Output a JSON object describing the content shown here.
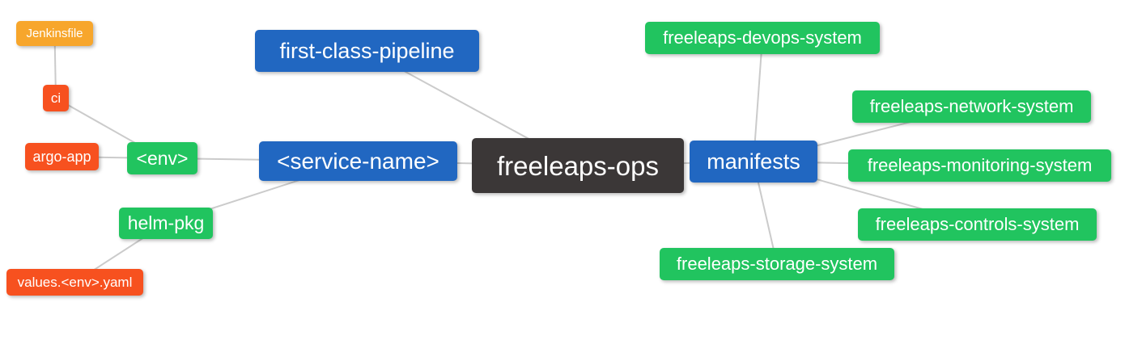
{
  "diagram": {
    "root_label": "freeleaps-ops",
    "nodes": [
      {
        "id": "jenkinsfile",
        "label": "Jenkinsfile",
        "type": "orange"
      },
      {
        "id": "ci",
        "label": "ci",
        "type": "red"
      },
      {
        "id": "argo-app",
        "label": "argo-app",
        "type": "red"
      },
      {
        "id": "env",
        "label": "<env>",
        "type": "green"
      },
      {
        "id": "helm-pkg",
        "label": "helm-pkg",
        "type": "green"
      },
      {
        "id": "values-env-yaml",
        "label": "values.<env>.yaml",
        "type": "red"
      },
      {
        "id": "first-class-pipeline",
        "label": "first-class-pipeline",
        "type": "blue"
      },
      {
        "id": "service-name",
        "label": "<service-name>",
        "type": "blue"
      },
      {
        "id": "freeleaps-ops",
        "label": "freeleaps-ops",
        "type": "dark"
      },
      {
        "id": "manifests",
        "label": "manifests",
        "type": "blue"
      },
      {
        "id": "devops",
        "label": "freeleaps-devops-system",
        "type": "green"
      },
      {
        "id": "network",
        "label": "freeleaps-network-system",
        "type": "green"
      },
      {
        "id": "monitoring",
        "label": "freeleaps-monitoring-system",
        "type": "green"
      },
      {
        "id": "controls",
        "label": "freeleaps-controls-system",
        "type": "green"
      },
      {
        "id": "storage",
        "label": "freeleaps-storage-system",
        "type": "green"
      }
    ],
    "edges": [
      [
        "jenkinsfile",
        "ci"
      ],
      [
        "ci",
        "env"
      ],
      [
        "argo-app",
        "env"
      ],
      [
        "env",
        "service-name"
      ],
      [
        "helm-pkg",
        "service-name"
      ],
      [
        "values-env-yaml",
        "helm-pkg"
      ],
      [
        "first-class-pipeline",
        "freeleaps-ops"
      ],
      [
        "service-name",
        "freeleaps-ops"
      ],
      [
        "freeleaps-ops",
        "manifests"
      ],
      [
        "manifests",
        "devops"
      ],
      [
        "manifests",
        "network"
      ],
      [
        "manifests",
        "monitoring"
      ],
      [
        "manifests",
        "controls"
      ],
      [
        "manifests",
        "storage"
      ]
    ]
  },
  "palette": {
    "blue": "#2167c1",
    "green": "#21c45f",
    "red": "#f7511f",
    "orange": "#f7a62c",
    "dark": "#3b3737",
    "edge": "#cbcbcb"
  }
}
